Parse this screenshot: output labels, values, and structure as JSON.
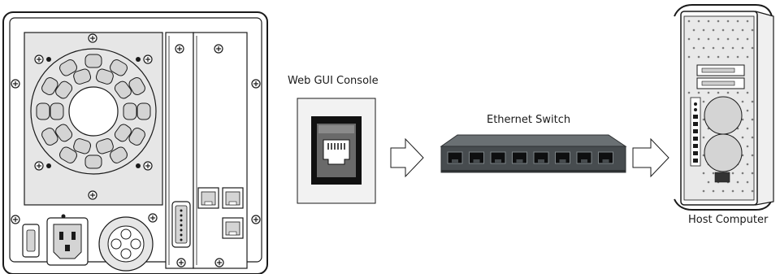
{
  "labels": {
    "web_gui_console": "Web GUI Console",
    "ethernet_switch": "Ethernet Switch",
    "host_computer": "Host Computer"
  },
  "colors": {
    "line": "#1a1a1a",
    "chassis_fill": "#ffffff",
    "panel_fill": "#e6e6e6",
    "vent_fill": "#d4d4d4",
    "switch_body": "#474c4f",
    "switch_port": "#0e0f10",
    "console_outer": "#111111",
    "console_inner": "#6a6a6a",
    "console_bg": "#f2f2f2"
  },
  "icons": {
    "screw": "screw-icon",
    "arrow": "arrow-right-icon",
    "rj45": "rj45-port-icon"
  }
}
